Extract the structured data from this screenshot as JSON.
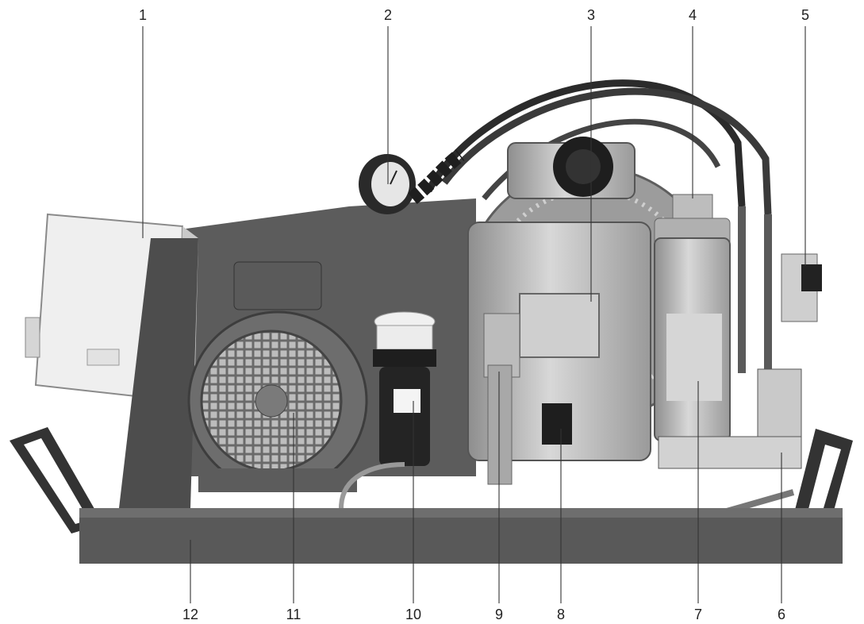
{
  "figure": {
    "subject": "compressor unit",
    "background": "#ffffff",
    "callouts": [
      {
        "id": "1",
        "label": "1"
      },
      {
        "id": "2",
        "label": "2"
      },
      {
        "id": "3",
        "label": "3"
      },
      {
        "id": "4",
        "label": "4"
      },
      {
        "id": "5",
        "label": "5"
      },
      {
        "id": "6",
        "label": "6"
      },
      {
        "id": "7",
        "label": "7"
      },
      {
        "id": "8",
        "label": "8"
      },
      {
        "id": "9",
        "label": "9"
      },
      {
        "id": "10",
        "label": "10"
      },
      {
        "id": "11",
        "label": "11"
      },
      {
        "id": "12",
        "label": "12"
      }
    ]
  }
}
